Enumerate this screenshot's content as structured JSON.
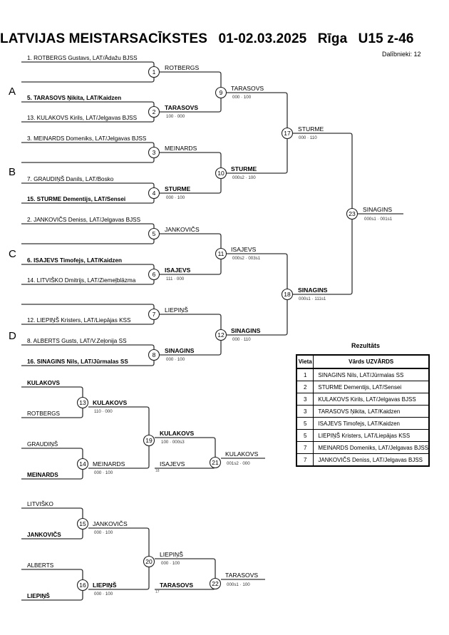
{
  "header": {
    "title_parts": [
      "LATVIJAS MEISTARSACĪKSTES",
      "01-02.03.2025",
      "Rīga",
      "U15 z-46"
    ],
    "participants": "Dalībnieki: 12"
  },
  "groups": [
    "A",
    "B",
    "C",
    "D"
  ],
  "entrants": [
    {
      "text": "1. ROTBERGS Gustavs, LAT/Ādažu BJSS",
      "bold": false
    },
    {
      "text": "",
      "bold": false
    },
    {
      "text": "5. TARASOVS Ņikita, LAT/Kaidzen",
      "bold": true
    },
    {
      "text": "13. KULAKOVS Kirils, LAT/Jelgavas BJSS",
      "bold": false
    },
    {
      "text": "3. MEINARDS Domeniks, LAT/Jelgavas BJSS",
      "bold": false
    },
    {
      "text": "",
      "bold": false
    },
    {
      "text": "7. GRAUDIŅŠ Danils, LAT/Bosko",
      "bold": false
    },
    {
      "text": "15. STURME Dementijs, LAT/Sensei",
      "bold": true
    },
    {
      "text": "2. JANKOVIČS Deniss, LAT/Jelgavas BJSS",
      "bold": false
    },
    {
      "text": "",
      "bold": false
    },
    {
      "text": "6. ISAJEVS Timofejs, LAT/Kaidzen",
      "bold": true
    },
    {
      "text": "14. LITVIŠKO Dmitrijs, LAT/Ziemeļblāzma",
      "bold": false
    },
    {
      "text": "",
      "bold": false
    },
    {
      "text": "12. LIEPIŅŠ Kristers, LAT/Liepājas KSS",
      "bold": false
    },
    {
      "text": "8. ALBERTS Gusts, LAT/V.Zeļonija SS",
      "bold": false
    },
    {
      "text": "16. SINAGINS Nils, LAT/Jūrmalas SS",
      "bold": true
    }
  ],
  "main_matches": [
    {
      "num": "1",
      "winner": "ROTBERGS",
      "score": "",
      "bold": false
    },
    {
      "num": "2",
      "winner": "TARASOVS",
      "score": "100 · 000",
      "bold": true
    },
    {
      "num": "3",
      "winner": "MEINARDS",
      "score": "",
      "bold": false
    },
    {
      "num": "4",
      "winner": "STURME",
      "score": "000 · 100",
      "bold": true
    },
    {
      "num": "5",
      "winner": "JANKOVIČS",
      "score": "",
      "bold": false
    },
    {
      "num": "6",
      "winner": "ISAJEVS",
      "score": "111 · 000",
      "bold": true
    },
    {
      "num": "7",
      "winner": "LIEPIŅŠ",
      "score": "",
      "bold": false
    },
    {
      "num": "8",
      "winner": "SINAGINS",
      "score": "000 · 100",
      "bold": true
    },
    {
      "num": "9",
      "winner": "TARASOVS",
      "score": "000 · 100",
      "bold": false
    },
    {
      "num": "10",
      "winner": "STURME",
      "score": "000s2 · 100",
      "bold": true
    },
    {
      "num": "11",
      "winner": "ISAJEVS",
      "score": "000s2 · 003s1",
      "bold": false
    },
    {
      "num": "12",
      "winner": "SINAGINS",
      "score": "000 · 110",
      "bold": true
    },
    {
      "num": "17",
      "winner": "STURME",
      "score": "000 · 110",
      "bold": false
    },
    {
      "num": "18",
      "winner": "SINAGINS",
      "score": "000s1 · 111s1",
      "bold": true
    },
    {
      "num": "23",
      "winner": "SINAGINS",
      "score": "000s1 · 001s1",
      "bold": false
    }
  ],
  "repechage": {
    "top": {
      "entrants": [
        {
          "text": "KULAKOVS",
          "bold": true
        },
        {
          "text": "ROTBERGS",
          "bold": false
        },
        {
          "text": "GRAUDIŅŠ",
          "bold": false
        },
        {
          "text": "MEINARDS",
          "bold": true
        }
      ],
      "matches": [
        {
          "num": "13",
          "winner": "KULAKOVS",
          "score": "110 · 000",
          "bold": true
        },
        {
          "num": "14",
          "winner": "MEINARDS",
          "score": "000 · 100",
          "bold": false
        },
        {
          "num": "19",
          "winner": "KULAKOVS",
          "score": "100 · 000s3",
          "bold": true
        },
        {
          "num": "21",
          "winner": "KULAKOVS",
          "score": "001s2 · 000",
          "bold": false
        }
      ],
      "from_label": "ISAJEVS",
      "from_bold": false,
      "from_ref": "18"
    },
    "bottom": {
      "entrants": [
        {
          "text": "LITVIŠKO",
          "bold": false
        },
        {
          "text": "JANKOVIČS",
          "bold": true
        },
        {
          "text": "ALBERTS",
          "bold": false
        },
        {
          "text": "LIEPIŅŠ",
          "bold": true
        }
      ],
      "matches": [
        {
          "num": "15",
          "winner": "JANKOVIČS",
          "score": "000 · 100",
          "bold": false
        },
        {
          "num": "16",
          "winner": "LIEPIŅŠ",
          "score": "000 · 100",
          "bold": true
        },
        {
          "num": "20",
          "winner": "LIEPIŅŠ",
          "score": "000 · 100",
          "bold": false
        },
        {
          "num": "22",
          "winner": "TARASOVS",
          "score": "000s1 · 100",
          "bold": false
        }
      ],
      "from_label": "TARASOVS",
      "from_bold": true,
      "from_ref": "17"
    }
  },
  "results": {
    "title": "Rezultāts",
    "headers": [
      "Vieta",
      "Vārds UZVĀRDS"
    ],
    "rows": [
      {
        "place": "1",
        "name": "SINAGINS Nils, LAT/Jūrmalas SS"
      },
      {
        "place": "2",
        "name": "STURME Dementijs, LAT/Sensei"
      },
      {
        "place": "3",
        "name": "KULAKOVS Kirils, LAT/Jelgavas BJSS"
      },
      {
        "place": "3",
        "name": "TARASOVS Ņikita, LAT/Kaidzen"
      },
      {
        "place": "5",
        "name": "ISAJEVS Timofejs, LAT/Kaidzen"
      },
      {
        "place": "5",
        "name": "LIEPIŅŠ Kristers, LAT/Liepājas KSS"
      },
      {
        "place": "7",
        "name": "MEINARDS Domeniks, LAT/Jelgavas BJSS"
      },
      {
        "place": "7",
        "name": "JANKOVIČS Deniss, LAT/Jelgavas BJSS"
      }
    ]
  }
}
